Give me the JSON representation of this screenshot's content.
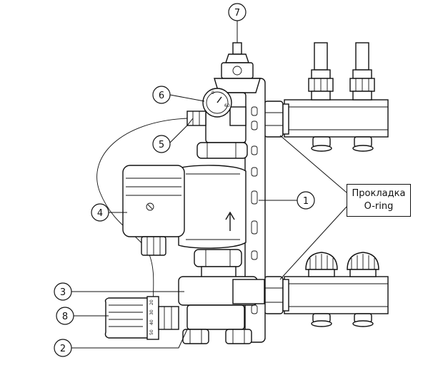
{
  "callouts": [
    {
      "id": "1",
      "label": "1"
    },
    {
      "id": "2",
      "label": "2"
    },
    {
      "id": "3",
      "label": "3"
    },
    {
      "id": "4",
      "label": "4"
    },
    {
      "id": "5",
      "label": "5"
    },
    {
      "id": "6",
      "label": "6"
    },
    {
      "id": "7",
      "label": "7"
    },
    {
      "id": "8",
      "label": "8"
    }
  ],
  "oring_box": {
    "line1": "Прокладка",
    "line2": "O-ring"
  },
  "thermostat_scale": [
    "20",
    "30",
    "40",
    "50"
  ]
}
